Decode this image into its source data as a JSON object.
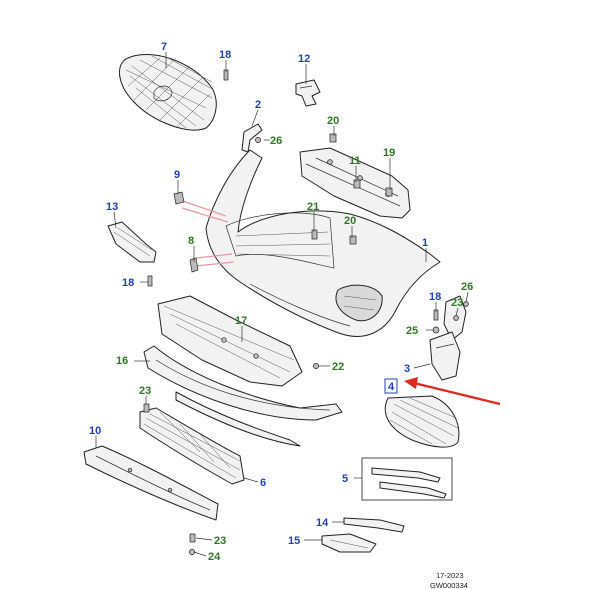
{
  "colors": {
    "blue_callout": "#1f3fbf",
    "green_callout": "#2e7a24",
    "arrow": "#e0281e",
    "pink_guide": "#e89aa0"
  },
  "callouts": [
    {
      "id": "c7a",
      "label": "7",
      "color": "blue"
    },
    {
      "id": "c18a",
      "label": "18",
      "color": "blue"
    },
    {
      "id": "c12",
      "label": "12",
      "color": "blue"
    },
    {
      "id": "c2",
      "label": "2",
      "color": "blue"
    },
    {
      "id": "c26a",
      "label": "26",
      "color": "green"
    },
    {
      "id": "c20a",
      "label": "20",
      "color": "green"
    },
    {
      "id": "c11",
      "label": "11",
      "color": "green"
    },
    {
      "id": "c19",
      "label": "19",
      "color": "green"
    },
    {
      "id": "c9",
      "label": "9",
      "color": "blue"
    },
    {
      "id": "c13",
      "label": "13",
      "color": "blue"
    },
    {
      "id": "c21",
      "label": "21",
      "color": "green"
    },
    {
      "id": "c20b",
      "label": "20",
      "color": "green"
    },
    {
      "id": "c1",
      "label": "1",
      "color": "blue"
    },
    {
      "id": "c8",
      "label": "8",
      "color": "green"
    },
    {
      "id": "c18b",
      "label": "18",
      "color": "blue"
    },
    {
      "id": "c18c",
      "label": "18",
      "color": "blue"
    },
    {
      "id": "c26b",
      "label": "26",
      "color": "green"
    },
    {
      "id": "c23a",
      "label": "23",
      "color": "green"
    },
    {
      "id": "c25",
      "label": "25",
      "color": "green"
    },
    {
      "id": "c17",
      "label": "17",
      "color": "green"
    },
    {
      "id": "c16",
      "label": "16",
      "color": "green"
    },
    {
      "id": "c22",
      "label": "22",
      "color": "green"
    },
    {
      "id": "c3",
      "label": "3",
      "color": "blue"
    },
    {
      "id": "c4",
      "label": "4",
      "color": "blue"
    },
    {
      "id": "c23b",
      "label": "23",
      "color": "green"
    },
    {
      "id": "c10",
      "label": "10",
      "color": "blue"
    },
    {
      "id": "c6",
      "label": "6",
      "color": "blue"
    },
    {
      "id": "c5",
      "label": "5",
      "color": "blue"
    },
    {
      "id": "c14",
      "label": "14",
      "color": "blue"
    },
    {
      "id": "c15",
      "label": "15",
      "color": "blue"
    },
    {
      "id": "c23c",
      "label": "23",
      "color": "green"
    },
    {
      "id": "c24",
      "label": "24",
      "color": "green"
    }
  ],
  "footer": {
    "date_code": "17-2023",
    "drawing_number": "GW000334"
  }
}
